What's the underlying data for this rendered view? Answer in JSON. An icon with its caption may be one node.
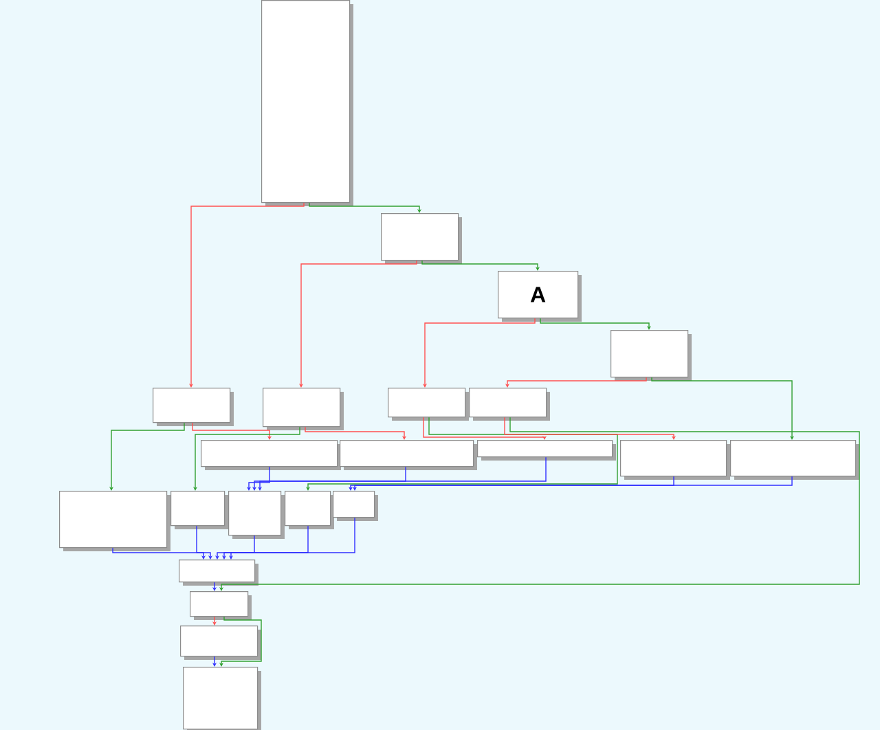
{
  "diagram": {
    "nodes": [
      {
        "text": [],
        "shape": "box"
      },
      {
        "text": [],
        "shape": "box"
      },
      {
        "text": [
          "A"
        ]
      },
      {
        "text": [],
        "shape": "box"
      },
      {
        "text": [],
        "shape": "box"
      },
      {
        "text": [],
        "shape": "box"
      },
      {
        "text": [],
        "shape": "box"
      },
      {
        "text": [],
        "shape": "box"
      },
      {
        "text": [],
        "shape": "box"
      },
      {
        "text": [],
        "shape": "box"
      },
      {
        "text": [],
        "shape": "box"
      },
      {
        "text": [],
        "shape": "box"
      },
      {
        "text": [],
        "shape": "box"
      },
      {
        "text": [],
        "shape": "box"
      },
      {
        "text": [],
        "shape": "box"
      },
      {
        "text": [],
        "shape": "box"
      },
      {
        "text": [],
        "shape": "box"
      },
      {
        "text": [],
        "shape": "box"
      },
      {
        "text": [],
        "shape": "box"
      },
      {
        "text": [],
        "shape": "box"
      },
      {
        "text": [],
        "shape": "box"
      },
      {
        "text": [],
        "shape": "box"
      }
    ],
    "edges": [
      {
        "from": 0,
        "to": 4,
        "arrow": "to",
        "color": "#ff5050"
      },
      {
        "from": 0,
        "to": 1,
        "arrow": "to",
        "color": "#30a030"
      },
      {
        "from": 1,
        "to": 5,
        "arrow": "to",
        "color": "#ff5050"
      },
      {
        "from": 1,
        "to": 2,
        "arrow": "to",
        "color": "#30a030"
      },
      {
        "from": 2,
        "to": 6,
        "arrow": "to",
        "color": "#ff5050"
      },
      {
        "from": 2,
        "to": 3,
        "arrow": "to",
        "color": "#30a030"
      },
      {
        "from": 3,
        "to": 7,
        "arrow": "to",
        "color": "#ff5050"
      },
      {
        "from": 3,
        "to": 12,
        "arrow": "to",
        "color": "#30a030"
      },
      {
        "from": 4,
        "to": 8,
        "arrow": "to",
        "color": "#ff5050"
      },
      {
        "from": 4,
        "to": 13,
        "arrow": "to",
        "color": "#30a030"
      },
      {
        "from": 5,
        "to": 9,
        "arrow": "to",
        "color": "#ff5050"
      },
      {
        "from": 5,
        "to": 14,
        "arrow": "to",
        "color": "#30a030"
      },
      {
        "from": 6,
        "to": 10,
        "arrow": "to",
        "color": "#ff5050"
      },
      {
        "from": 6,
        "to": 16,
        "arrow": "to",
        "color": "#30a030"
      },
      {
        "from": 7,
        "to": 11,
        "arrow": "to",
        "color": "#ff5050"
      },
      {
        "from": 7,
        "to": 19,
        "arrow": "to",
        "color": "#30a030"
      },
      {
        "from": 8,
        "to": 15,
        "arrow": "to"
      },
      {
        "from": 9,
        "to": 15,
        "arrow": "to"
      },
      {
        "from": 10,
        "to": 15,
        "arrow": "to"
      },
      {
        "from": 11,
        "to": 17,
        "arrow": "to"
      },
      {
        "from": 12,
        "to": 17,
        "arrow": "to"
      },
      {
        "from": 13,
        "to": 18,
        "arrow": "to"
      },
      {
        "from": 14,
        "to": 18,
        "arrow": "to"
      },
      {
        "from": 15,
        "to": 18,
        "arrow": "to"
      },
      {
        "from": 16,
        "to": 18,
        "arrow": "to"
      },
      {
        "from": 17,
        "to": 18,
        "arrow": "to"
      },
      {
        "from": 18,
        "to": 19,
        "arrow": "to"
      },
      {
        "from": 19,
        "to": 20,
        "arrow": "to",
        "color": "#ff5050"
      },
      {
        "from": 19,
        "to": 21,
        "arrow": "to",
        "color": "#30a030"
      },
      {
        "from": 20,
        "to": 21,
        "arrow": "to"
      }
    ]
  }
}
